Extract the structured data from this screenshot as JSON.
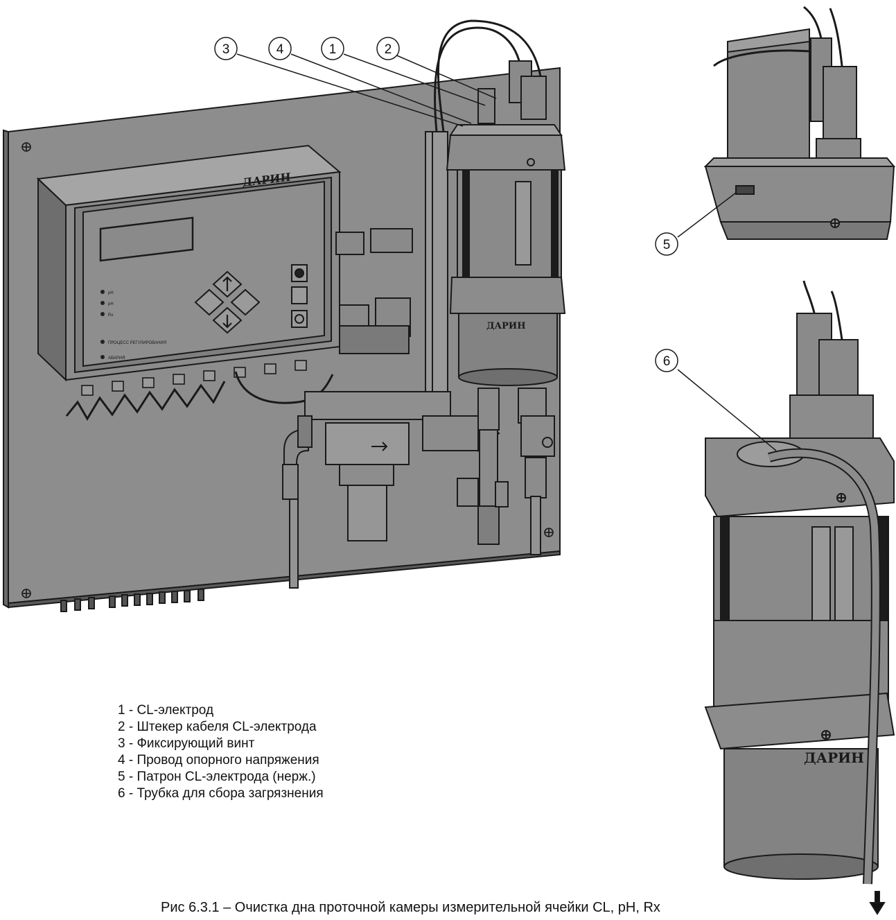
{
  "callouts": [
    "1",
    "2",
    "3",
    "4",
    "5",
    "6"
  ],
  "legend": {
    "items": [
      "1 - CL-электрод",
      "2 - Штекер кабеля CL-электрода",
      "3 - Фиксирующий винт",
      "4 - Провод опорного напряжения",
      "5 - Патрон CL-электрода (нерж.)",
      "6 - Трубка для сбора загрязнения"
    ]
  },
  "caption": "Рис 6.3.1 – Очистка дна проточной камеры измерительной ячейки CL, pH, Rx",
  "logo": {
    "brand": "ДАРИН",
    "sub": "ДАРИН"
  },
  "panel": {
    "led_labels": [
      "pH",
      "pH",
      "Rx",
      "ПРОЦЕСС РЕГУЛИРОВАНИЯ",
      "АВАРИЯ"
    ]
  },
  "colors": {
    "body_gray": "#8a8a8a",
    "dark_gray": "#6f6f6f",
    "light_gray": "#a8a8a8",
    "outline": "#1a1a1a",
    "background": "#ffffff"
  }
}
